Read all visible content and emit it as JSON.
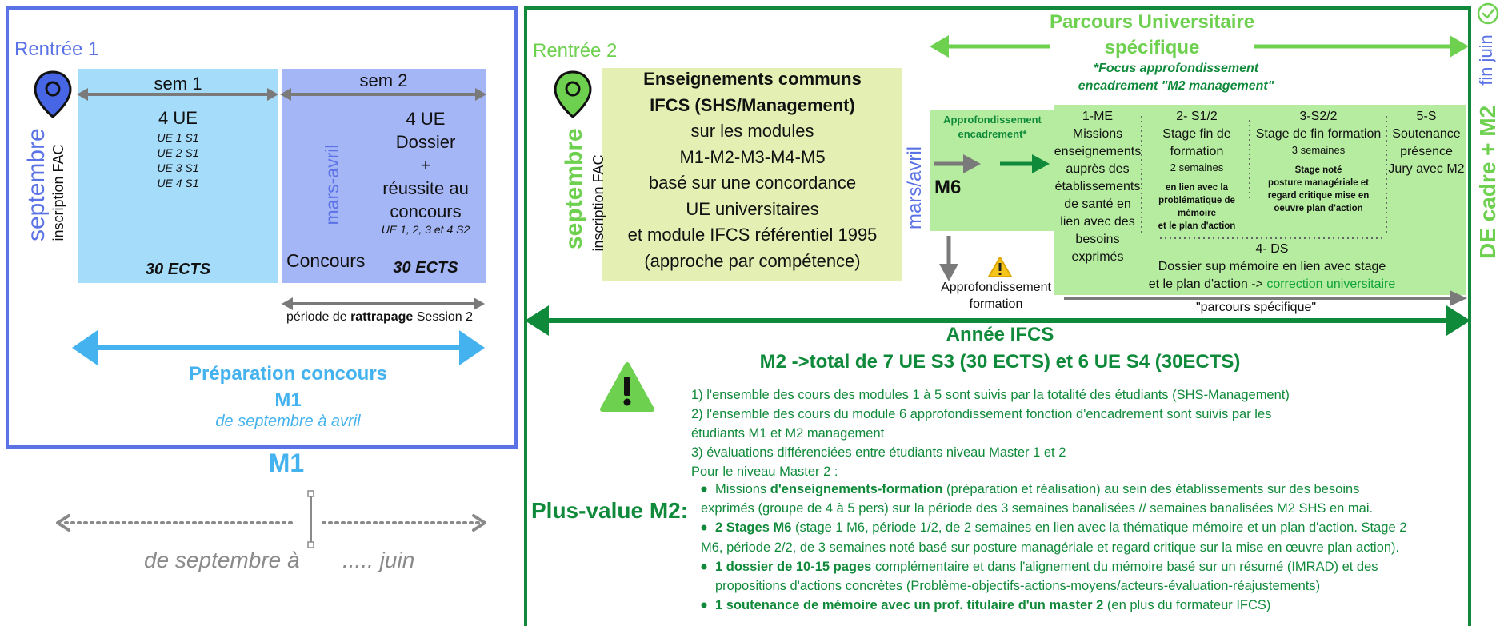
{
  "colors": {
    "m1_frame": "#5a72e6",
    "m2_frame": "#108a3a",
    "sem1_fill": "#a5dcfa",
    "sem2_fill": "#a5b6f6",
    "light_green": "#6ed04f",
    "dark_green": "#0f8a3a",
    "box_yellow": "#e4f0b3",
    "box_green": "#b6ec9f",
    "light_blue": "#44b2ee"
  },
  "left": {
    "rentree": "Rentrée 1",
    "septembre": "septembre",
    "inscription": "inscription FAC",
    "sem1": {
      "label": "sem 1",
      "ue": "4 UE",
      "ue_list": [
        "UE 1 S1",
        "UE 2 S1",
        "UE 3 S1",
        "UE 4 S1"
      ],
      "ects": "30 ECTS"
    },
    "sem2": {
      "label": "sem 2",
      "mars_avril": "mars-avril",
      "ue": "4 UE",
      "dossier": "Dossier",
      "plus": "+",
      "reussite1": "réussite au",
      "reussite2": "concours",
      "ue_list": "UE 1, 2, 3 et 4 S2",
      "concours": "Concours",
      "ects": "30 ECTS"
    },
    "rattrapage": {
      "pre": "période de ",
      "bold": "rattrapage",
      "post": " Session 2"
    },
    "preparation": {
      "title": "Préparation concours",
      "m1": "M1",
      "period": "de septembre à avril"
    },
    "m1_label": "M1",
    "timeline": {
      "start": "de septembre à",
      "end": "..... juin"
    }
  },
  "right": {
    "rentree": "Rentrée 2",
    "septembre": "septembre",
    "inscription": "inscription FAC",
    "parcours_title_1": "Parcours Universitaire",
    "parcours_title_2": "spécifique",
    "focus_1": "*Focus approfondissement",
    "focus_2": "encadrement \"M2 management\"",
    "fin_juin": "fin juin",
    "de_cadre": "DE cadre + M2",
    "enseignements": {
      "title_1": "Enseignements communs",
      "title_2": "IFCS  (SHS/Management)",
      "lines": [
        "sur les modules",
        "M1-M2-M3-M4-M5",
        "basé sur une concordance",
        "UE universitaires",
        "et module IFCS référentiel 1995",
        "(approche par compétence)"
      ]
    },
    "mars_avril": "mars/avril",
    "appro_enc_1": "Approfondissement",
    "appro_enc_2": "encadrement*",
    "m6": "M6",
    "appro_form_1": "Approfondissement",
    "appro_form_2": "formation",
    "col1": {
      "head": "1-ME",
      "lines": [
        "Missions",
        "enseignements",
        "auprès des",
        "établissements",
        "de santé en",
        "lien avec des",
        "besoins",
        "exprimés"
      ]
    },
    "col2": {
      "head": "2- S1/2",
      "line1": "Stage fin de",
      "line2": "formation",
      "sub": "2 semaines",
      "bold_lines": [
        "en lien avec la",
        "problématique de",
        "mémoire",
        "et le plan d'action"
      ]
    },
    "col3": {
      "head": "3-S2/2",
      "line1": "Stage de fin formation",
      "sub": "3 semaines",
      "bold_lines": [
        "Stage noté",
        "posture managériale et",
        "regard critique mise en",
        "oeuvre plan d'action"
      ]
    },
    "col4": {
      "head": "5-S",
      "lines": [
        "Soutenance",
        "présence",
        "Jury avec M2"
      ]
    },
    "ds": {
      "head": "4- DS",
      "line1": "Dossier sup mémoire en lien avec stage",
      "line2_pre": "et le plan d'action -> ",
      "line2_green": "correction universitaire"
    },
    "parcours_specifique": "\"parcours spécifique\"",
    "annee_ifcs": "Année IFCS",
    "m2_total": "M2 ->total de 7  UE S3 (30 ECTS) et 6 UE S4 (30ECTS)",
    "points": [
      "1) l'ensemble des cours des modules 1 à 5 sont suivis par la totalité des étudiants (SHS-Management)",
      "2) l'ensemble des cours du module 6 approfondissement fonction d'encadrement sont suivis par les",
      "étudiants M1 et M2 management",
      "3) évaluations différenciées entre étudiants niveau Master 1 et 2",
      "Pour le niveau Master 2 :"
    ],
    "plus_value": "Plus-value M2:",
    "bullets": {
      "b1_pre": "Missions ",
      "b1_bold": "d'enseignements-formation",
      "b1_post": " (préparation et réalisation) au sein des établissements sur des besoins",
      "b1_cont": "exprimés (groupe de 4 à 5 pers) sur la période des 3 semaines banalisées // semaines banalisées M2 SHS en mai.",
      "b2_bold": "2 Stages M6",
      "b2_post": " (stage 1 M6, période 1/2, de 2 semaines en lien avec la thématique mémoire et un plan d'action. Stage 2",
      "b2_cont": "M6, période 2/2, de 3 semaines noté basé sur posture managériale et regard critique sur la mise en œuvre plan action).",
      "b3_bold": "1 dossier de 10-15 pages",
      "b3_post": " complémentaire et dans l'alignement du mémoire basé sur un résumé (IMRAD) et des",
      "b3_cont": "propositions d'actions concrètes (Problème-objectifs-actions-moyens/acteurs-évaluation-réajustements)",
      "b4_bold": "1 soutenance de mémoire avec un prof. titulaire d'un master 2",
      "b4_post": " (en plus du formateur IFCS)"
    }
  }
}
